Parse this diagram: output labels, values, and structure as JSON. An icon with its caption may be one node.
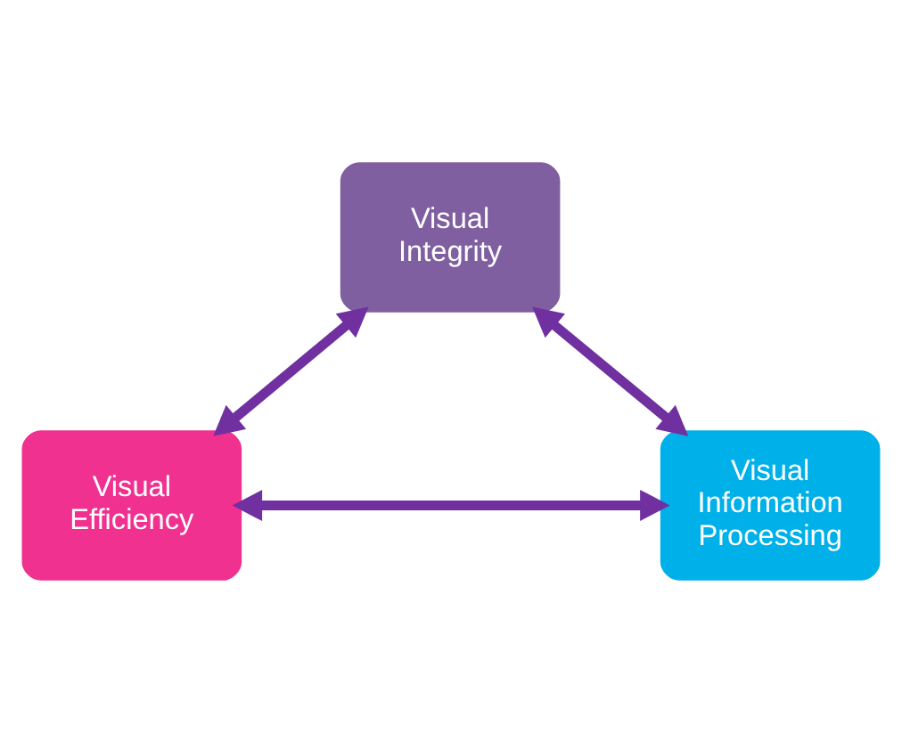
{
  "diagram": {
    "nodes": [
      {
        "text": [
          "Visual Integrity"
        ]
      },
      {
        "text": [
          "Visual Efficiency"
        ]
      },
      {
        "text": [
          "Visual Information Processing"
        ]
      }
    ],
    "edges": [
      {
        "from": 1,
        "to": 0,
        "arrow": "both"
      },
      {
        "from": 0,
        "to": 2,
        "arrow": "both"
      },
      {
        "from": 1,
        "to": 2,
        "arrow": "both"
      }
    ]
  }
}
